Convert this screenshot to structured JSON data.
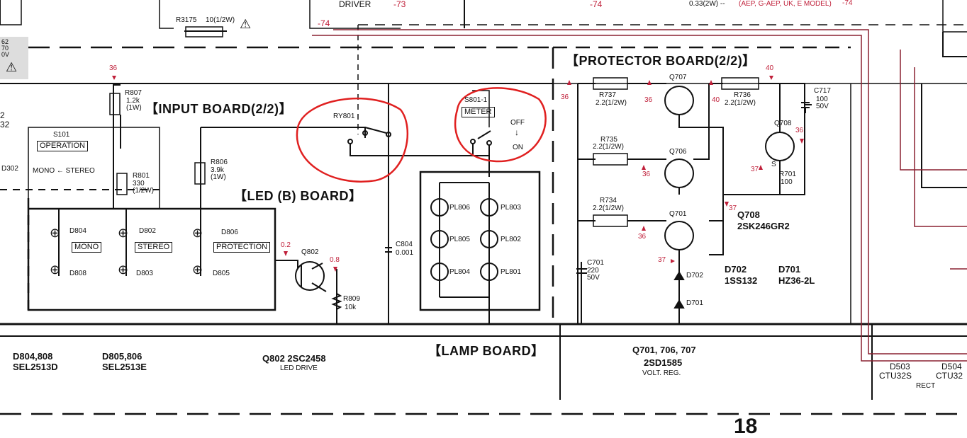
{
  "top": {
    "driver": "DRIVER",
    "v73": "-73",
    "v74a": "-74",
    "r3175": "R3175",
    "r3175_val": "10(1/2W)",
    "v74b": "-74",
    "r033": "0.33(2W) --",
    "model_note": "(AEP, G-AEP, UK, E MODEL)",
    "v74c": "-74",
    "left_frag": "62\n70\n0V"
  },
  "input_board": {
    "title": "【INPUT BOARD(2/2)】",
    "r807": "R807",
    "r807_val": "1.2k\n(1W)",
    "v36": "36",
    "s101": "S101",
    "operation": "OPERATION",
    "mono_stereo": "MONO ← STEREO",
    "r801": "R801",
    "r801_val": "330\n(1/2W)",
    "d302": "D302",
    "left_frag": "2\n32",
    "r806": "R806",
    "r806_val": "3.9k\n(1W)",
    "ry801": "RY801"
  },
  "led_board": {
    "title": "【LED (B) BOARD】",
    "d804": "D804",
    "mono": "MONO",
    "d808": "D808",
    "d802": "D802",
    "stereo": "STEREO",
    "d803": "D803",
    "d806": "D806",
    "protection": "PROTECTION",
    "d805": "D805",
    "q802": "Q802",
    "v02": "0.2",
    "v08": "0.8",
    "r809": "R809",
    "r809_val": "10k",
    "c804": "C804",
    "c804_val": "0.001"
  },
  "lamp_board": {
    "s801": "S801-1",
    "meter": "METER",
    "off": "OFF",
    "on": "ON",
    "pl806": "PL806",
    "pl803": "PL803",
    "pl805": "PL805",
    "pl802": "PL802",
    "pl804": "PL804",
    "pl801": "PL801",
    "title": "【LAMP BOARD】"
  },
  "protector_board": {
    "title": "【PROTECTOR BOARD(2/2)】",
    "r737": "R737",
    "r737_val": "2.2(1/2W)",
    "q707": "Q707",
    "r736": "R736",
    "r736_val": "2.2(1/2W)",
    "v40a": "40",
    "v40b": "40",
    "c717": "C717",
    "c717_val": "100\n50V",
    "v36a": "36",
    "v36b": "36",
    "r735": "R735",
    "r735_val": "2.2(1/2W)",
    "q706": "Q706",
    "v36c": "36",
    "q708": "Q708",
    "v36d": "36",
    "s_label": "S",
    "r701": "R701",
    "r701_val": "100",
    "v37a": "37",
    "r734": "R734",
    "r734_val": "2.2(1/2W)",
    "q701": "Q701",
    "v36e": "36",
    "v37b": "37",
    "q708_part": "Q708\n2SK246GR2",
    "c701": "C701",
    "c701_val": "220\n50V",
    "v37c": "37",
    "d702": "D702",
    "d701": "D701",
    "d702_part": "D702\n1SS132",
    "d701_part": "D701\nHZ36-2L"
  },
  "bottom": {
    "d804_808": "D804,808",
    "sel2513d": "SEL2513D",
    "d805_806": "D805,806",
    "sel2513e": "SEL2513E",
    "q802_part": "Q802  2SC2458",
    "led_drive": "LED DRIVE",
    "q701_706_707": "Q701, 706, 707",
    "sd1585": "2SD1585",
    "volt_reg": "VOLT. REG.",
    "d503": "D503",
    "ctu32s": "CTU32S",
    "d504": "D504",
    "ctu32": "CTU32",
    "rect": "RECT",
    "page_num": "18"
  },
  "colors": {
    "ink": "#111111",
    "annotation_red": "#e02020",
    "voltage_red": "#c0203a",
    "trace_dark_red": "#8a2030"
  }
}
